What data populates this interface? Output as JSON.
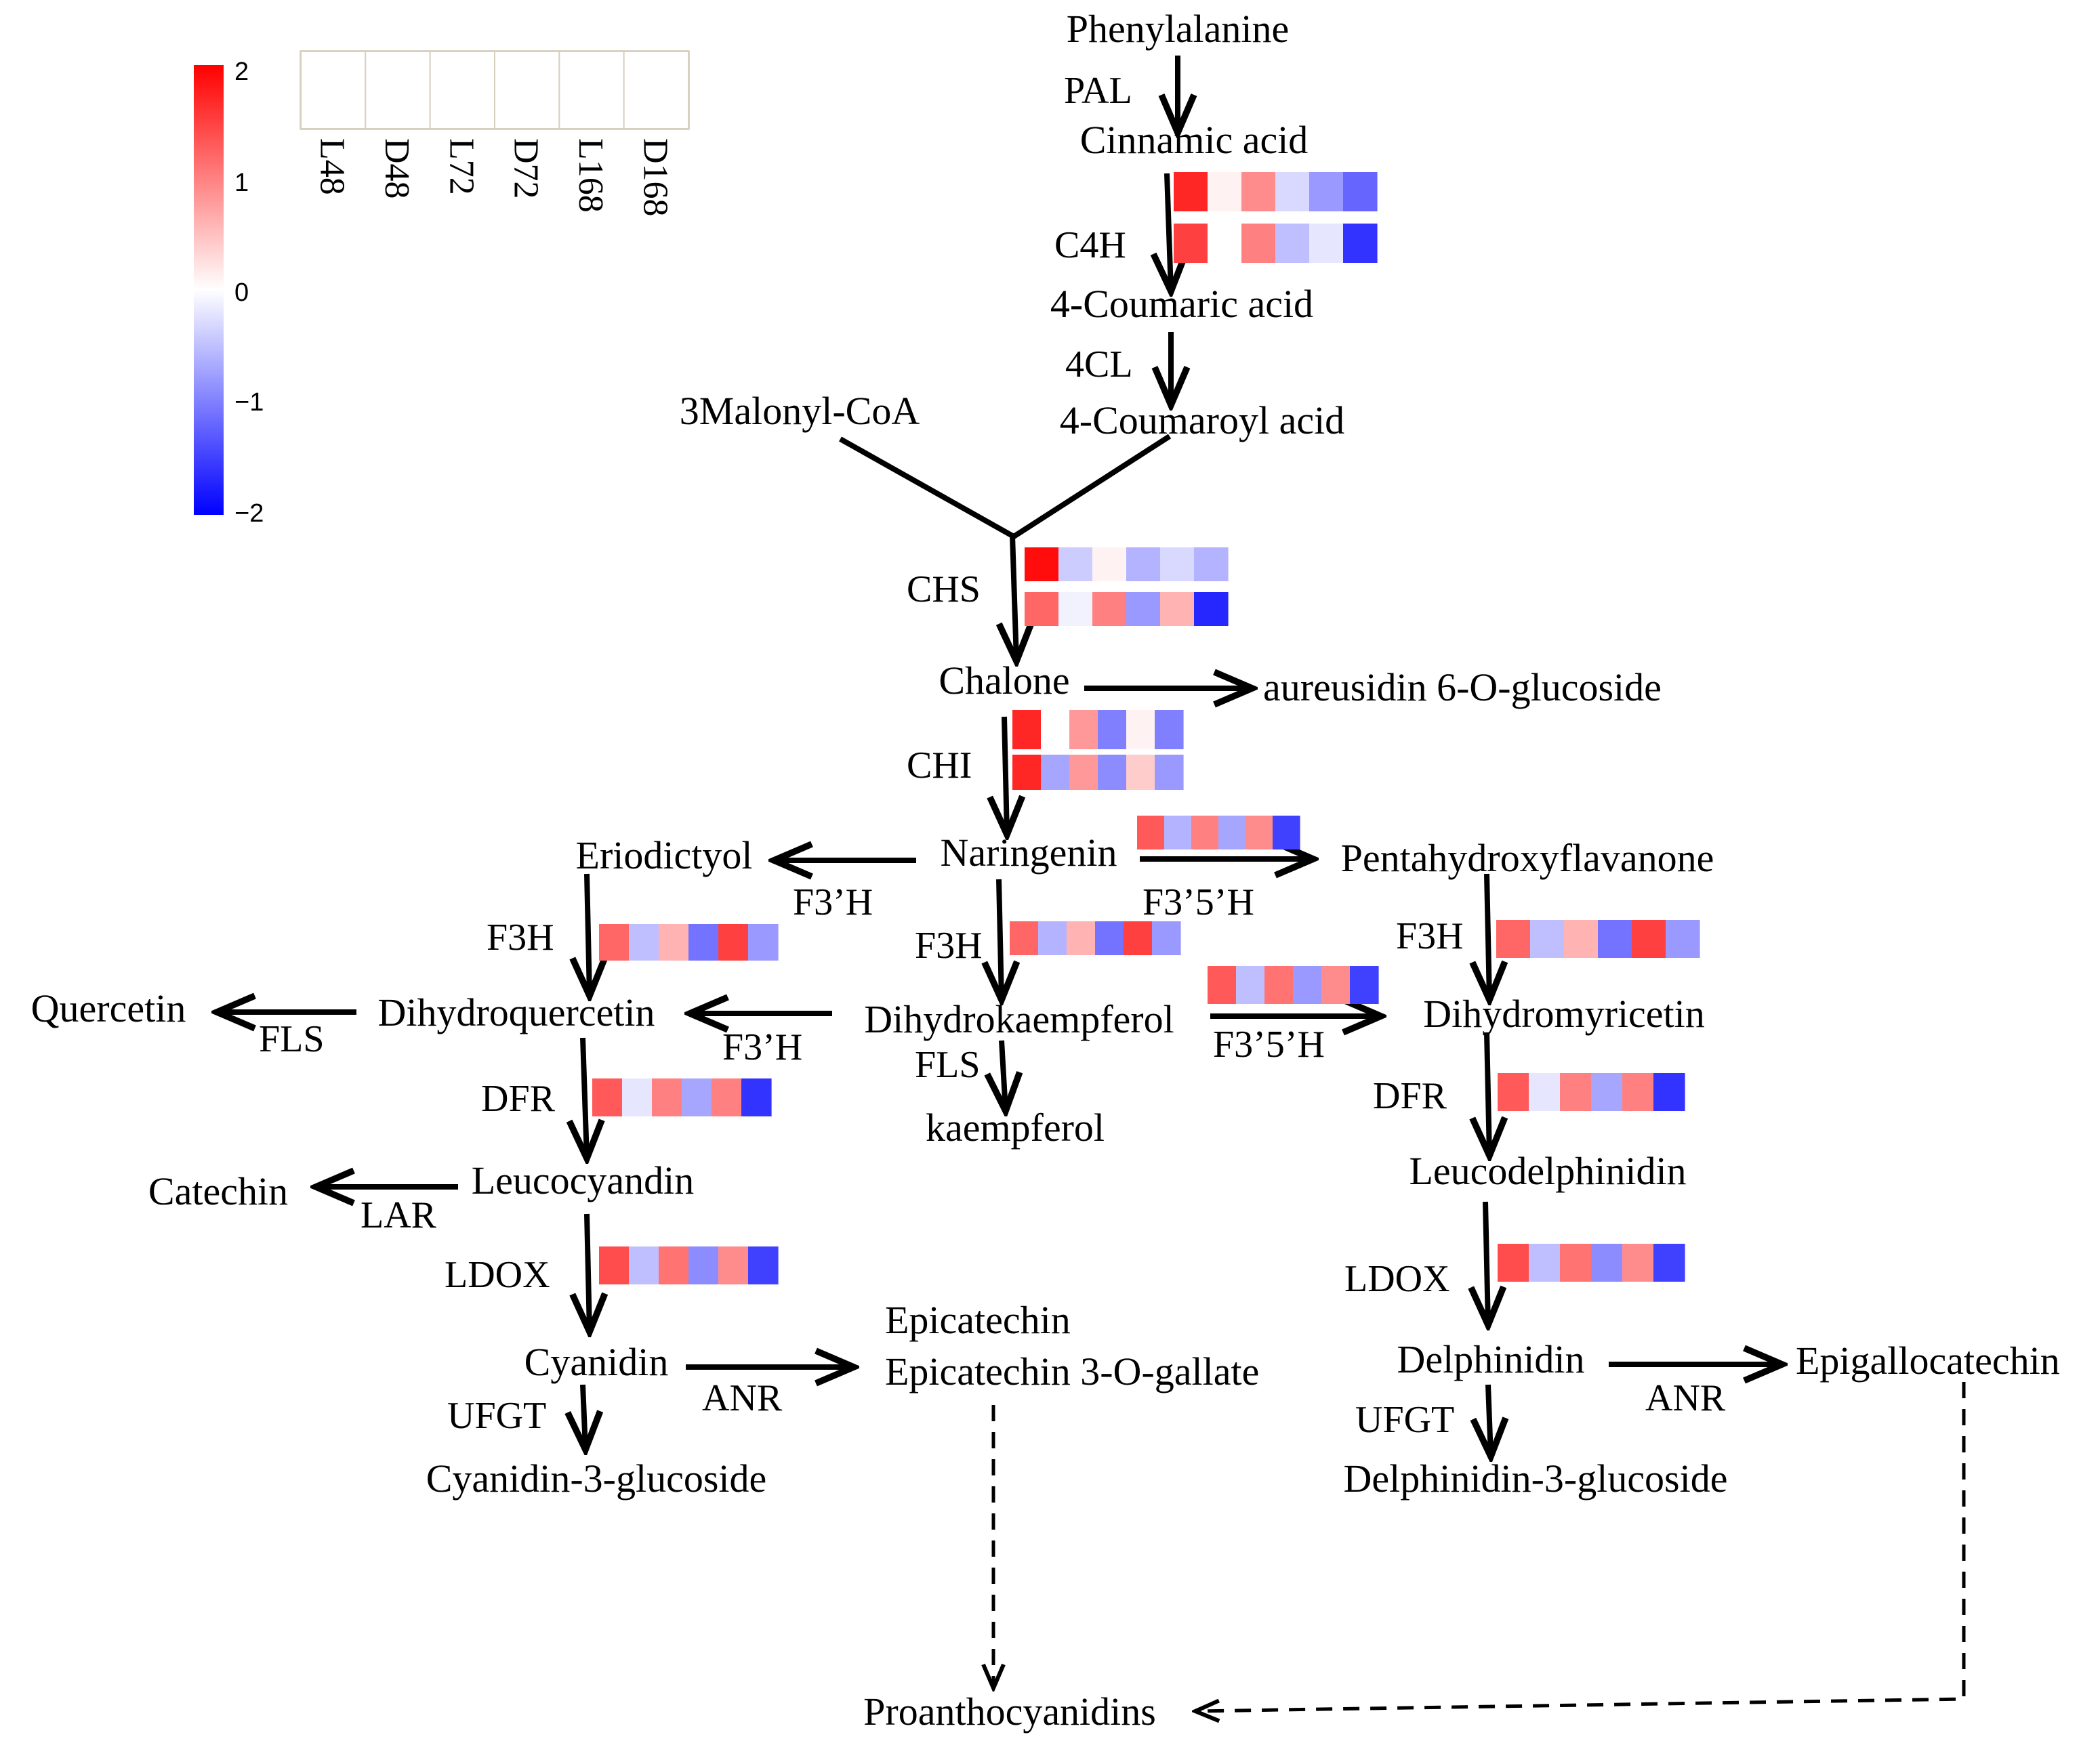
{
  "heat_colors": {
    "high": "#ff0000",
    "mid": "#ffffff",
    "low": "#0000ff"
  },
  "legend": {
    "ticks": [
      "2",
      "1",
      "0",
      "−1",
      "−2"
    ]
  },
  "samples": [
    "L48",
    "D48",
    "L72",
    "D72",
    "L168",
    "D168"
  ],
  "compounds": {
    "phenylalanine": "Phenylalanine",
    "cinnamic_acid": "Cinnamic acid",
    "coumaric_acid": "4-Coumaric acid",
    "coumaroyl_acid": "4-Coumaroyl acid",
    "malonyl_coa": "3Malonyl-CoA",
    "chalone": "Chalone",
    "aureusidin": "aureusidin 6-O-glucoside",
    "naringenin": "Naringenin",
    "eriodictyol": "Eriodictyol",
    "pentahydroxyflavanone": "Pentahydroxyflavanone",
    "quercetin": "Quercetin",
    "dihydroquercetin": "Dihydroquercetin",
    "dihydrokaempferol": "Dihydrokaempferol",
    "dihydromyricetin": "Dihydromyricetin",
    "kaempferol": "kaempferol",
    "catechin": "Catechin",
    "leucocyandin": "Leucocyandin",
    "leucodelphinidin": "Leucodelphinidin",
    "cyanidin": "Cyanidin",
    "epicatechin": "Epicatechin",
    "epicatechin_gallate": "Epicatechin 3-O-gallate",
    "delphinidin": "Delphinidin",
    "epigallocatechin": "Epigallocatechin",
    "cyanidin_3_glucoside": "Cyanidin-3-glucoside",
    "delphinidin_3_glucoside": "Delphinidin-3-glucoside",
    "proanthocyanidins": "Proanthocyanidins"
  },
  "enzymes": {
    "pal": "PAL",
    "c4h": "C4H",
    "cl4": "4CL",
    "chs": "CHS",
    "chi": "CHI",
    "f3h_prime": "F3’H",
    "f35h": "F3’5’H",
    "f3h": "F3H",
    "fls": "FLS",
    "dfr": "DFR",
    "lar": "LAR",
    "ldox": "LDOX",
    "anr": "ANR",
    "ufgt": "UFGT"
  },
  "heatmap_values": {
    "c4h_1": [
      1.7,
      0.1,
      0.9,
      -0.3,
      -0.8,
      -1.2
    ],
    "c4h_2": [
      1.5,
      0.0,
      1.0,
      -0.5,
      -0.2,
      -1.6
    ],
    "chs_1": [
      1.9,
      -0.4,
      0.1,
      -0.6,
      -0.3,
      -0.6
    ],
    "chs_2": [
      1.2,
      -0.1,
      1.0,
      -0.8,
      0.6,
      -1.7
    ],
    "chi_1": [
      1.7,
      0.0,
      0.8,
      -1.0,
      0.1,
      -1.0
    ],
    "chi_2": [
      1.7,
      -0.7,
      0.8,
      -0.9,
      0.4,
      -0.8
    ],
    "f35h_1": [
      1.3,
      -0.6,
      1.0,
      -0.7,
      0.9,
      -1.5
    ],
    "f3h_left": [
      1.2,
      -0.5,
      0.6,
      -1.1,
      1.5,
      -0.8
    ],
    "f3h_mid": [
      1.2,
      -0.6,
      0.6,
      -1.1,
      1.5,
      -0.8
    ],
    "f3h_right": [
      1.2,
      -0.5,
      0.6,
      -1.1,
      1.5,
      -0.8
    ],
    "f35h_2": [
      1.3,
      -0.5,
      1.1,
      -0.8,
      0.9,
      -1.5
    ],
    "dfr_left": [
      1.3,
      -0.2,
      1.0,
      -0.7,
      1.0,
      -1.6
    ],
    "dfr_right": [
      1.3,
      -0.2,
      1.0,
      -0.7,
      1.0,
      -1.6
    ],
    "ldox_left": [
      1.4,
      -0.5,
      1.1,
      -0.9,
      0.9,
      -1.5
    ],
    "ldox_right": [
      1.4,
      -0.5,
      1.1,
      -0.9,
      0.9,
      -1.5
    ]
  }
}
